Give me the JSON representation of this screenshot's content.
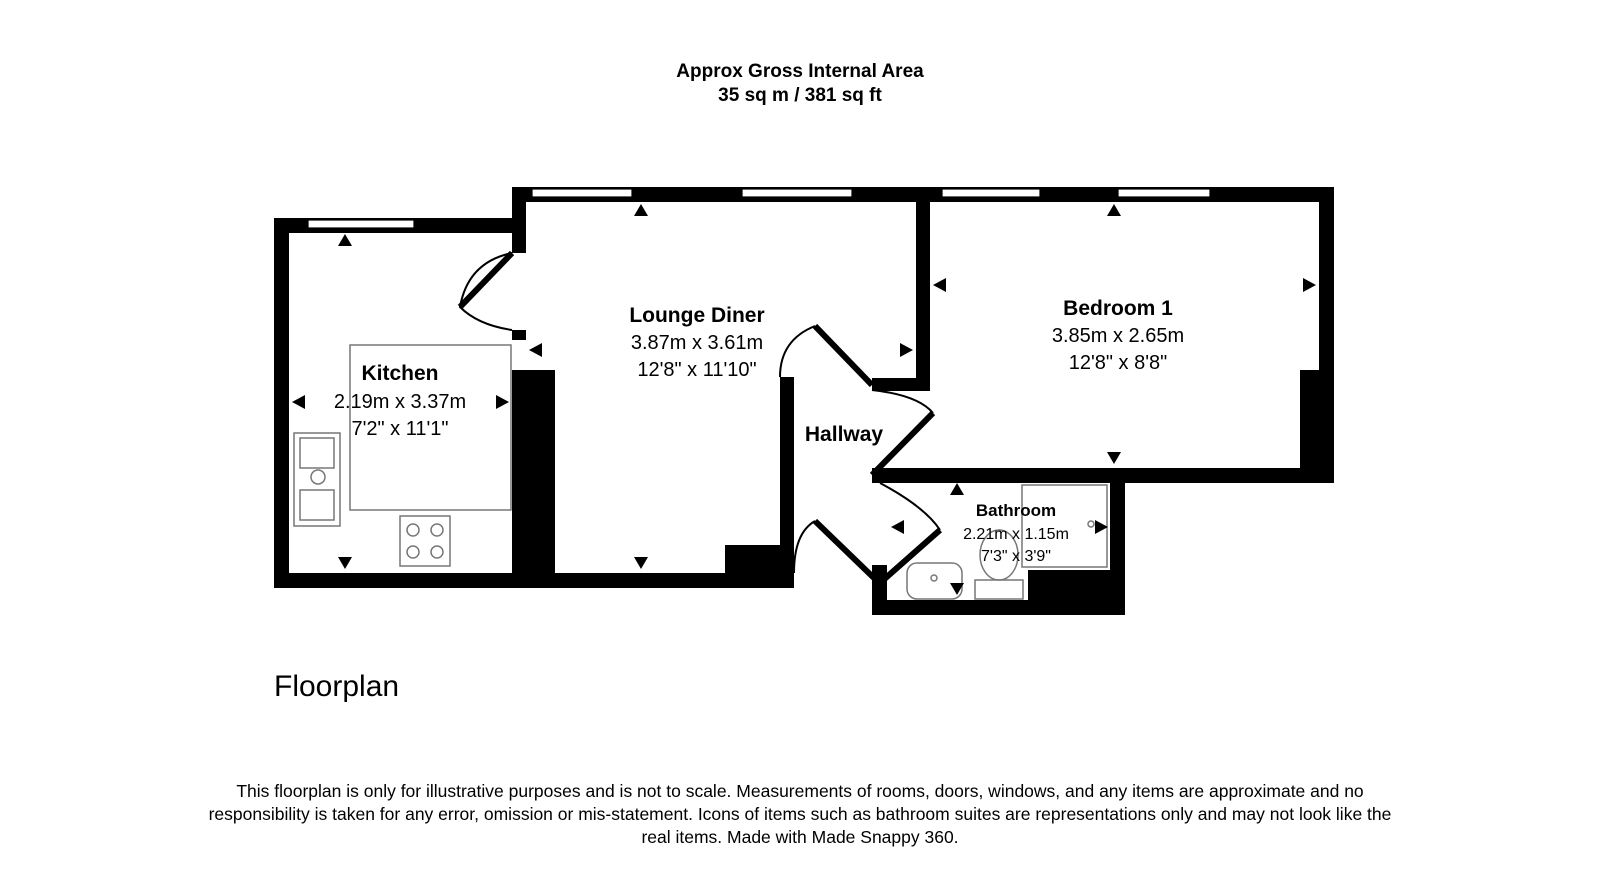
{
  "header": {
    "line1": "Approx Gross Internal Area",
    "line2": "35 sq m / 381 sq ft"
  },
  "rooms": {
    "kitchen": {
      "name": "Kitchen",
      "metric": "2.19m x 3.37m",
      "imperial": "7'2\" x 11'1\""
    },
    "lounge": {
      "name": "Lounge Diner",
      "metric": "3.87m x 3.61m",
      "imperial": "12'8\" x 11'10\""
    },
    "bedroom": {
      "name": "Bedroom 1",
      "metric": "3.85m x 2.65m",
      "imperial": "12'8\" x 8'8\""
    },
    "hallway": {
      "name": "Hallway"
    },
    "bathroom": {
      "name": "Bathroom",
      "metric": "2.21m x 1.15m",
      "imperial": "7'3\" x 3'9\""
    }
  },
  "plan_label": "Floorplan",
  "disclaimer": "This floorplan is only for illustrative purposes and is not to scale. Measurements of rooms, doors, windows, and any items are approximate and no responsibility is taken for any error, omission or mis-statement. Icons of items such as bathroom suites are representations only and may not look like the real items. Made with Made Snappy 360.",
  "colors": {
    "wall": "#000000",
    "fixture": "#777777",
    "background": "#ffffff"
  }
}
